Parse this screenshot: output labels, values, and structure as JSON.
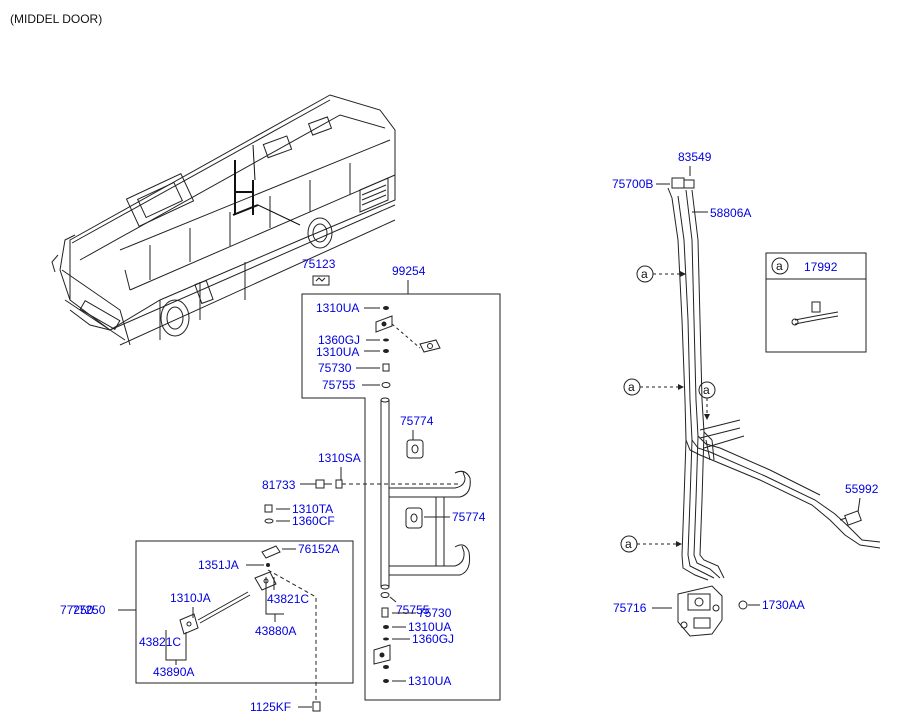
{
  "header": {
    "title": "(MIDDEL DOOR)"
  },
  "colors": {
    "part_label": "#0000e0",
    "line": "#222222",
    "background": "#ffffff"
  },
  "callouts": {
    "a1": "a",
    "a2": "a",
    "a3": "a",
    "a4": "a",
    "legend_a": "a"
  },
  "parts": {
    "p75123": "75123",
    "p99254": "99254",
    "p1310UA_top": "1310UA",
    "p1360GJ_top": "1360GJ",
    "p1310UA_2": "1310UA",
    "p75730_top": "75730",
    "p75755_top": "75755",
    "p75774_a": "75774",
    "p1310SA": "1310SA",
    "p81733": "81733",
    "p1310TA": "1310TA",
    "p1360CF": "1360CF",
    "p75774_b": "75774",
    "p76152A": "76152A",
    "p1351JA": "1351JA",
    "p77250": "77250",
    "p77250_overlap": "77250",
    "p1310JA": "1310JA",
    "p43821C_r": "43821C",
    "p43880A": "43880A",
    "p43821C_l": "43821C",
    "p43890A": "43890A",
    "p1125KF": "1125KF",
    "p75755_bot": "75755",
    "p75730_bot": "75730",
    "p1310UA_3": "1310UA",
    "p1360GJ_bot": "1360GJ",
    "p1310UA_bot": "1310UA",
    "p83549": "83549",
    "p75700B": "75700B",
    "p58806A": "58806A",
    "p17992": "17992",
    "p55992": "55992",
    "p75716": "75716",
    "p1730AA": "1730AA"
  }
}
